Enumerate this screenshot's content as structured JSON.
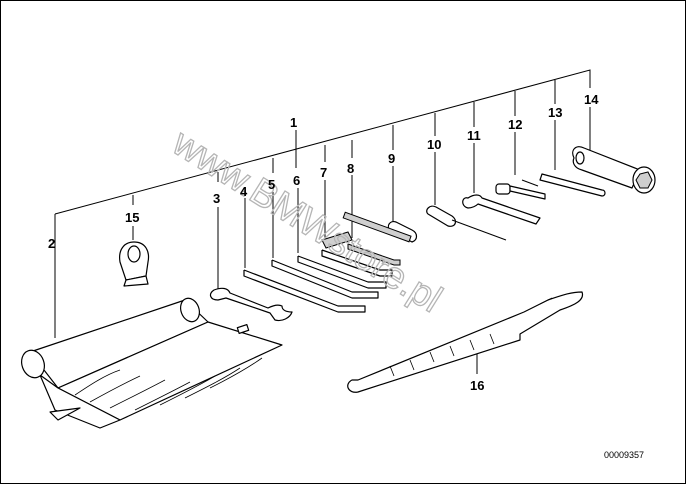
{
  "diagram": {
    "callouts": [
      {
        "id": "c1",
        "text": "1"
      },
      {
        "id": "c2",
        "text": "2"
      },
      {
        "id": "c3",
        "text": "3"
      },
      {
        "id": "c4",
        "text": "4"
      },
      {
        "id": "c5",
        "text": "5"
      },
      {
        "id": "c6",
        "text": "6"
      },
      {
        "id": "c7",
        "text": "7"
      },
      {
        "id": "c8",
        "text": "8"
      },
      {
        "id": "c9",
        "text": "9"
      },
      {
        "id": "c10",
        "text": "10"
      },
      {
        "id": "c11",
        "text": "11"
      },
      {
        "id": "c12",
        "text": "12"
      },
      {
        "id": "c13",
        "text": "13"
      },
      {
        "id": "c14",
        "text": "14"
      },
      {
        "id": "c15",
        "text": "15"
      },
      {
        "id": "c16",
        "text": "16"
      }
    ],
    "drawing_code": "00009357",
    "watermark": "www.BMWstore.pl"
  }
}
